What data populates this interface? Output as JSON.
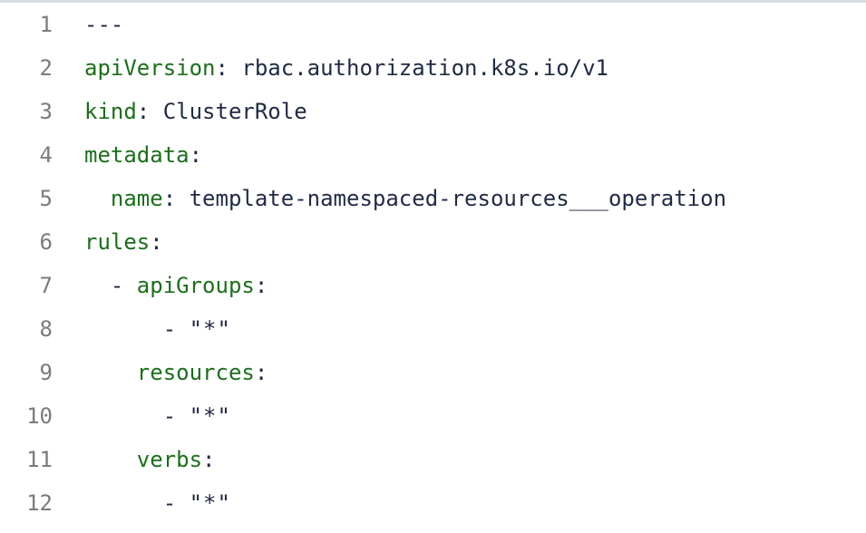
{
  "editor": {
    "lines": [
      {
        "number": "1",
        "text": "---"
      },
      {
        "number": "2",
        "key": "apiVersion",
        "value": "rbac.authorization.k8s.io/v1"
      },
      {
        "number": "3",
        "key": "kind",
        "value": "ClusterRole"
      },
      {
        "number": "4",
        "key": "metadata"
      },
      {
        "number": "5",
        "key": "name",
        "value": "template-namespaced-resources___operation"
      },
      {
        "number": "6",
        "key": "rules"
      },
      {
        "number": "7",
        "key": "apiGroups"
      },
      {
        "number": "8",
        "value": "\"*\""
      },
      {
        "number": "9",
        "key": "resources"
      },
      {
        "number": "10",
        "value": "\"*\""
      },
      {
        "number": "11",
        "key": "verbs"
      },
      {
        "number": "12",
        "value": "\"*\""
      }
    ]
  }
}
